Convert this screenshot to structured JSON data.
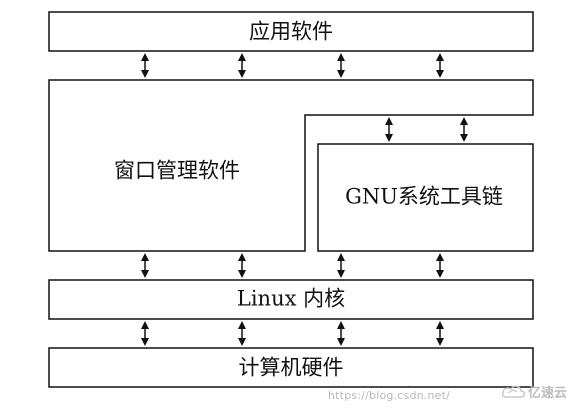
{
  "diagram": {
    "boxes": {
      "app_software": "应用软件",
      "window_manager": "窗口管理软件",
      "gnu_toolchain": "GNU系统工具链",
      "linux_kernel": "Linux 内核",
      "hardware": "计算机硬件"
    }
  },
  "watermark": {
    "url_text": "https://blog.csdn.net/",
    "logo_text": "亿速云"
  },
  "colors": {
    "stroke": "#111111",
    "background": "#ffffff",
    "watermark": "#b8b8b8"
  }
}
